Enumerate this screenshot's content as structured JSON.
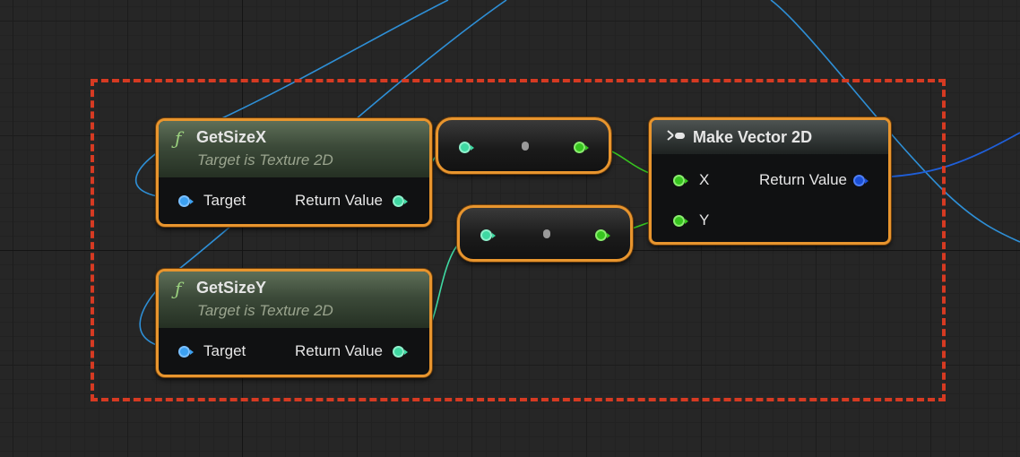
{
  "canvas": {
    "selection_color": "#d63a22",
    "node_border_color": "#e8952e"
  },
  "nodes": {
    "get_size_x": {
      "icon": "function-icon",
      "icon_glyph": "ƒ",
      "title": "GetSizeX",
      "subtitle": "Target is Texture 2D",
      "input_label": "Target",
      "output_label": "Return Value"
    },
    "get_size_y": {
      "icon": "function-icon",
      "icon_glyph": "ƒ",
      "title": "GetSizeY",
      "subtitle": "Target is Texture 2D",
      "input_label": "Target",
      "output_label": "Return Value"
    },
    "make_vector_2d": {
      "icon": "make-struct-icon",
      "title": "Make Vector 2D",
      "input_x_label": "X",
      "input_y_label": "Y",
      "output_label": "Return Value"
    }
  },
  "pin_colors": {
    "object": "#3ca0f0",
    "integer": "#3fd8a2",
    "float": "#37c51f",
    "struct": "#1a4fd6"
  }
}
